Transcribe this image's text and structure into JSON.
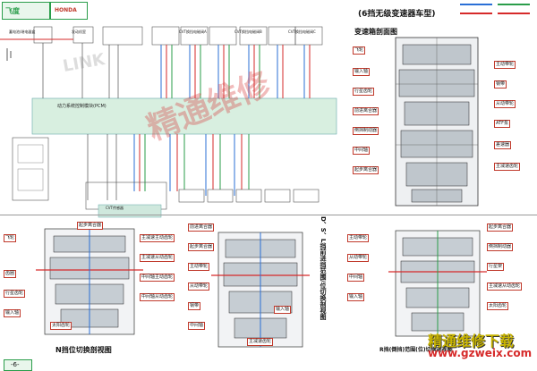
{
  "header": {
    "brand_cn": "飞度",
    "brand_en": "HONDA",
    "model_title": "(6挡无级变速器车型)"
  },
  "section_titles": {
    "cross_section": "变速箱剖面图",
    "neutral": "N挡位切换剖视图",
    "drive": "D、S、L挡前进挡范围/位切换剖视图",
    "reverse": "R挡(倒挡)范围(位)切换剖视图"
  },
  "circuit": {
    "pcm_label": "动力系统控制模块(PCM)",
    "rel1": "蓄电池/继电器盒",
    "rel2": "发动机室",
    "sol_a": "CVT换挡电磁阀A",
    "sol_b": "CVT换挡电磁阀B",
    "sol_c": "CVT换挡电磁阀C",
    "sensor_label": "CVT传感器"
  },
  "cross_labels": [
    "飞轮",
    "输入轴",
    "行星齿轮",
    "前进离合器",
    "倒挡制动器",
    "中间轴",
    "起步离合器",
    "主动带轮",
    "钢带",
    "从动带轮",
    "ATF泵",
    "差速器",
    "主减速齿轮"
  ],
  "neutral_labels": [
    "起步离合器",
    "主减速主动齿轮",
    "主减速从动齿轮",
    "中间轴主动齿轮",
    "中间轴从动齿轮",
    "行星齿轮",
    "输入轴",
    "太阳齿轮",
    "齿圈",
    "飞轮"
  ],
  "drive_labels": [
    "前进离合器",
    "起步离合器",
    "主动带轮",
    "从动带轮",
    "钢带",
    "中间轴",
    "主减速齿轮",
    "输入轴"
  ],
  "reverse_labels": [
    "起步离合器",
    "倒挡制动器",
    "行星架",
    "主减速从动齿轮",
    "主动带轮",
    "从动带轮",
    "中间轴",
    "输入轴",
    "太阳齿轮"
  ],
  "page_number": "-6-",
  "watermarks": {
    "big": "精通维修下载",
    "site": "www.gzweix.com",
    "mid": "精通维修",
    "mid2": "LINK"
  },
  "legend": {
    "items": [
      "",
      "",
      "",
      ""
    ],
    "colors": [
      "#2a6fd6",
      "#2a9d4a",
      "#d62a2a",
      "#d62a2a"
    ]
  },
  "colors": {
    "accent": "#d62a2a",
    "panel": "#d8efe0",
    "blue": "#2a6fd6",
    "green": "#2a9d4a"
  }
}
